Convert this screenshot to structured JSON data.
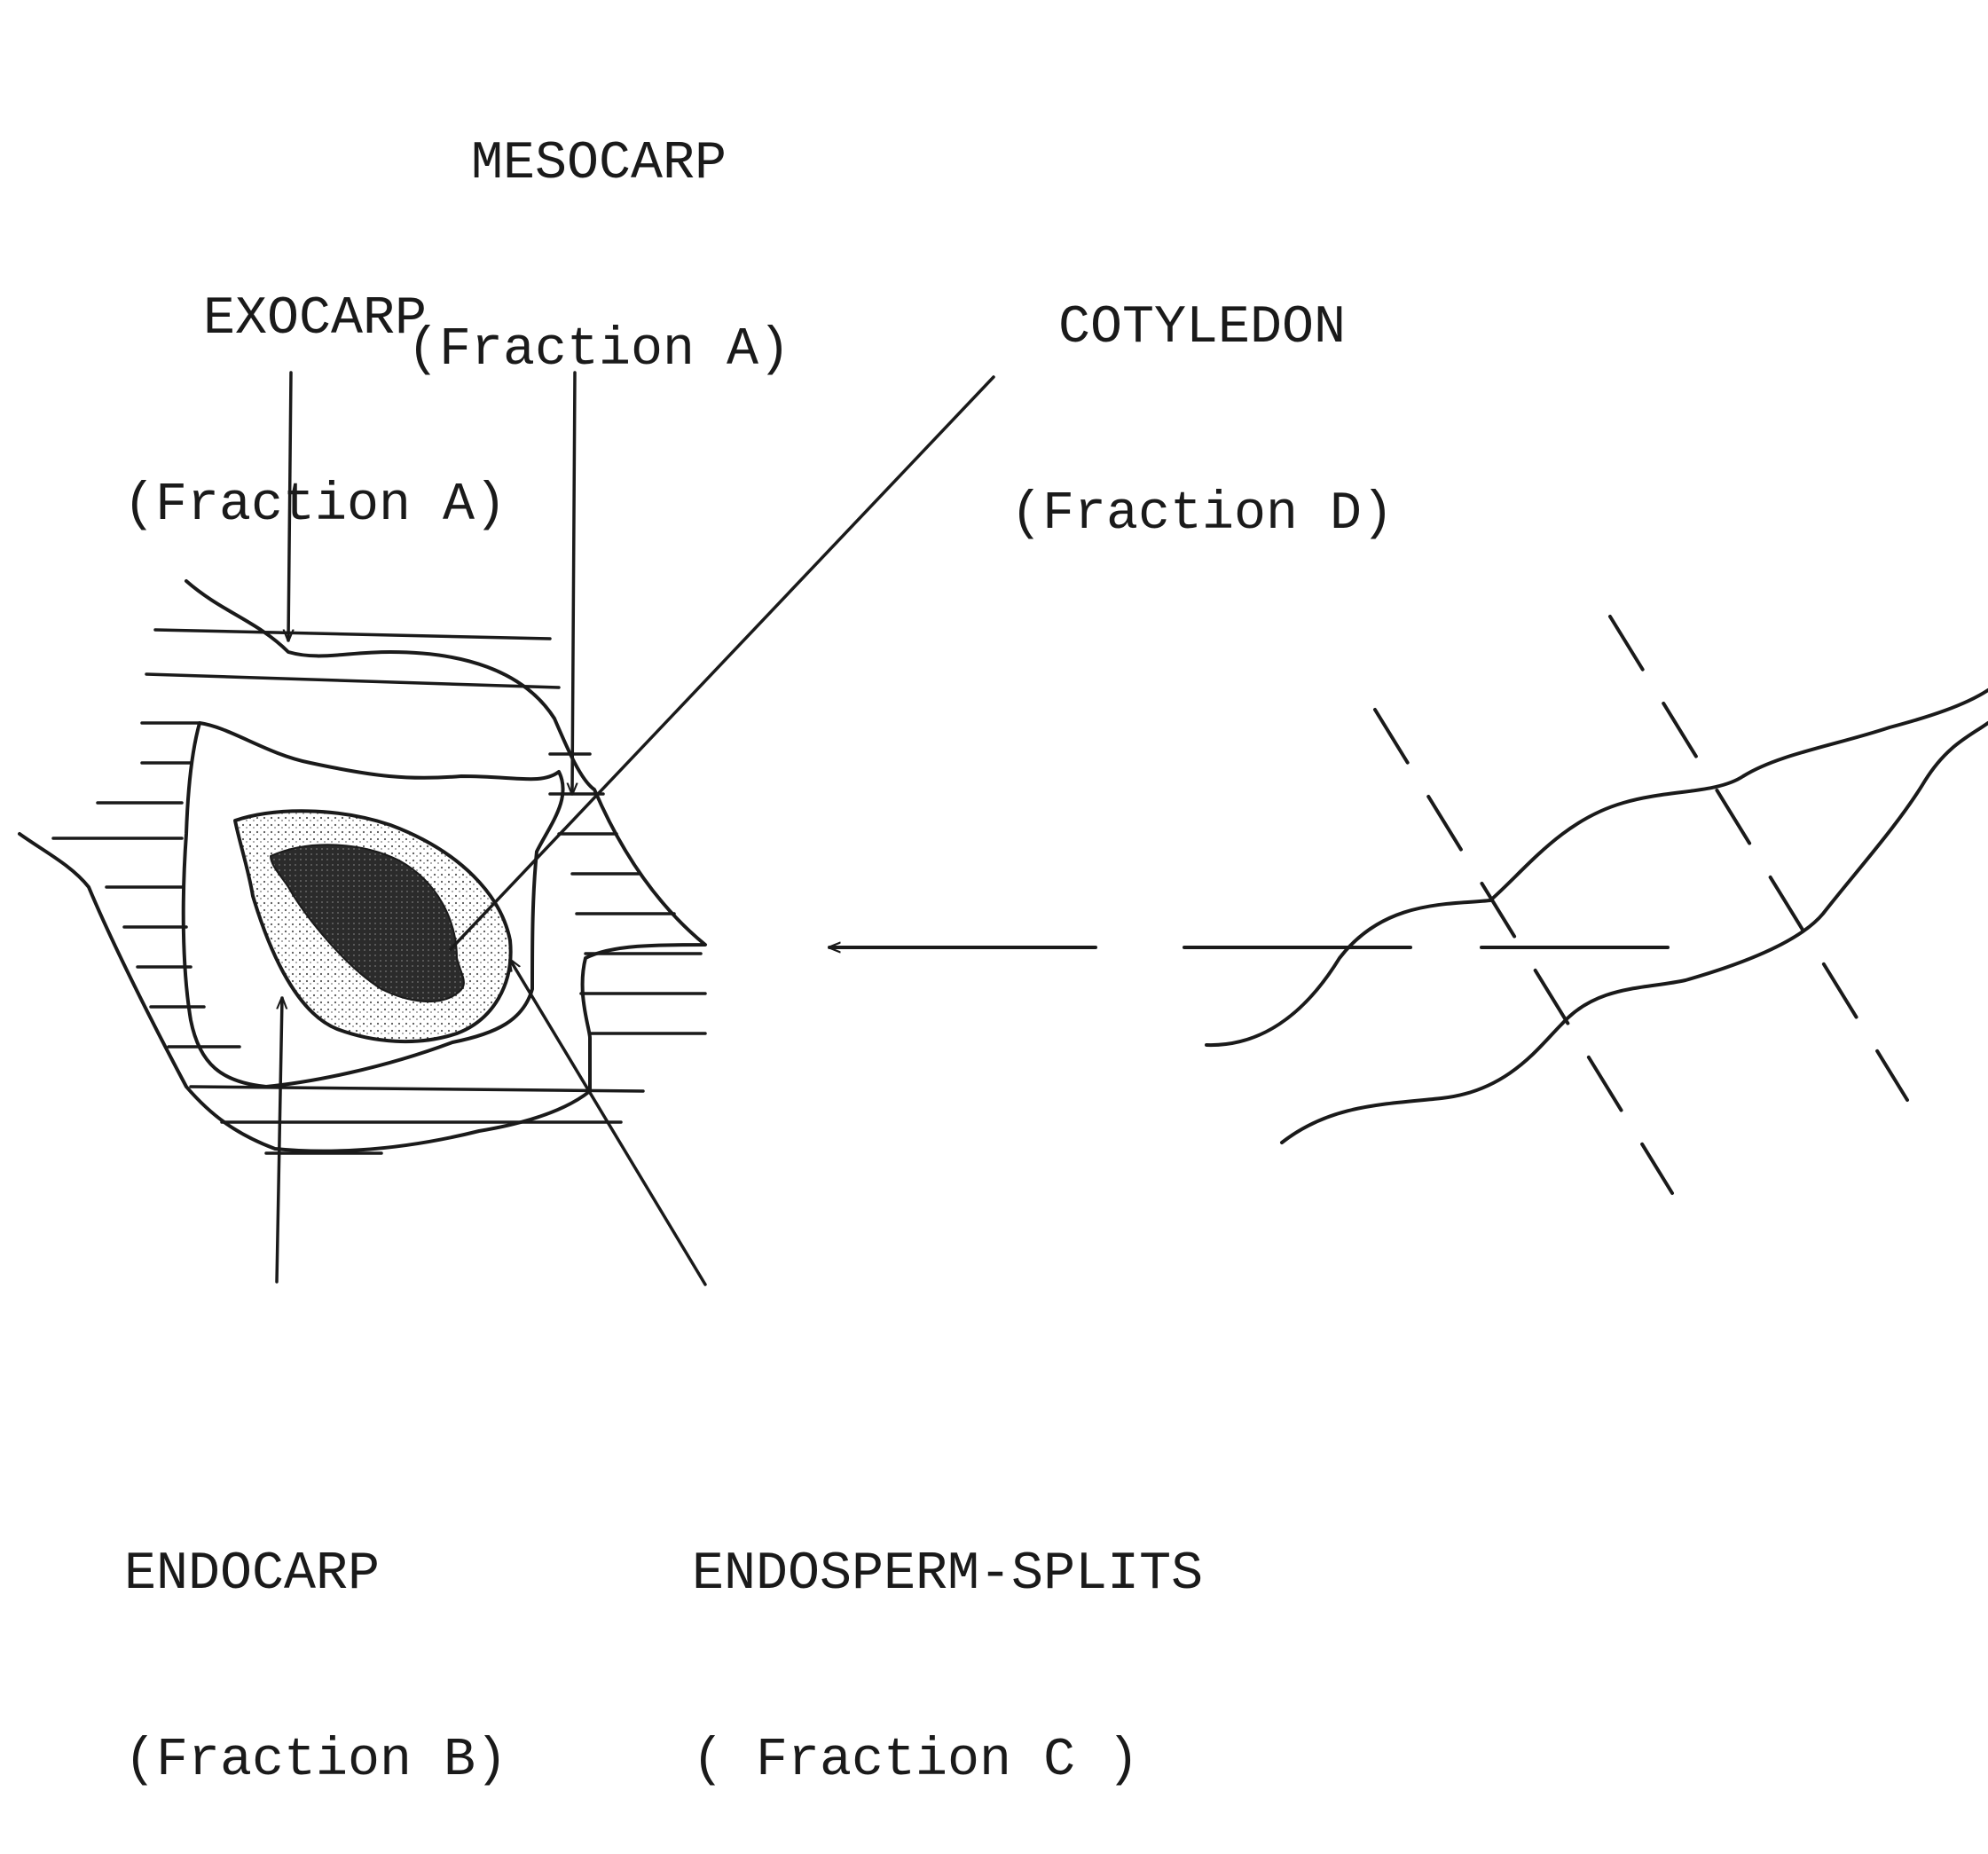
{
  "labels": {
    "mesocarp": {
      "name": "MESOCARP",
      "fraction": "(Fraction A)"
    },
    "exocarp": {
      "name": "EXOCARP",
      "fraction": "(Fraction A)"
    },
    "cotyledon": {
      "name": "COTYLEDON",
      "fraction": "(Fraction D)"
    },
    "endocarp": {
      "name": "ENDOCARP",
      "fraction": "(Fraction B)"
    },
    "endosperm": {
      "name": "ENDOSPERM-SPLITS",
      "fraction": "( Fraction C )"
    }
  },
  "colors": {
    "ink": "#1a1a1a",
    "cotyledon_fill": "#2b2b2b",
    "endosperm_fill": "#e6e6e6",
    "background": "#ffffff"
  }
}
